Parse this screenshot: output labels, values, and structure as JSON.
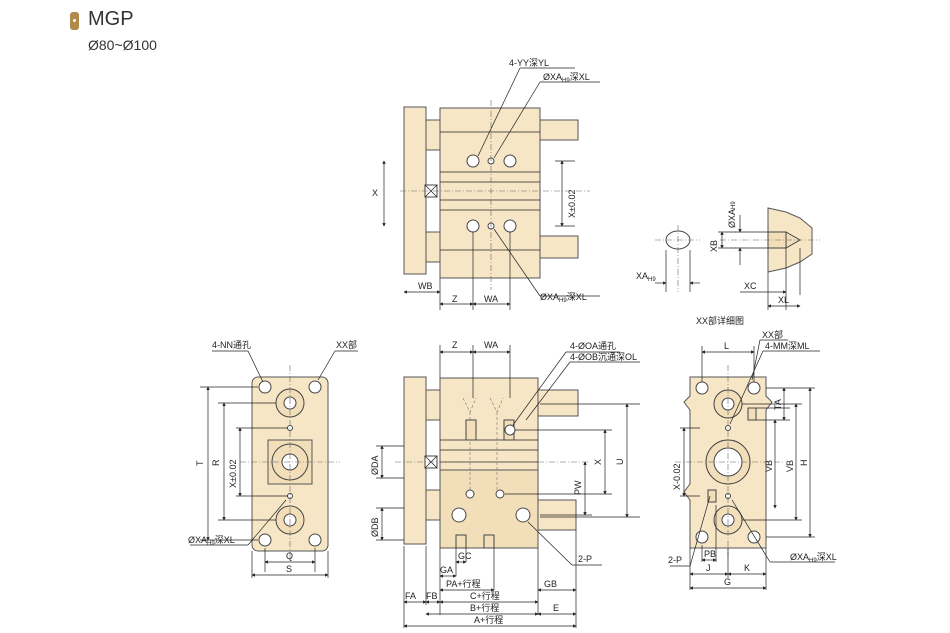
{
  "header": {
    "title": "MGP",
    "subtitle": "Ø80~Ø100"
  },
  "labels": {
    "top_yy": "4-YY深YL",
    "top_xa1": "ØXA",
    "top_xa1_sub": "H9",
    "top_xa1_tail": "深XL",
    "top_x": "X",
    "top_x_tol": "X±0.02",
    "top_wb": "WB",
    "top_z": "Z",
    "top_wa": "WA",
    "top_xa2": "ØXA",
    "top_xa2_sub": "H9",
    "top_xa2_tail": "深XL",
    "det_xa_v": "ØXA",
    "det_xa_v_sub": "H9",
    "det_xb": "XB",
    "det_xa_h": "XA",
    "det_xa_h_sub": "H9",
    "det_xc": "XC",
    "det_xl": "XL",
    "det_caption": "XX部详细图",
    "left_nn": "4-NN通孔",
    "left_xx": "XX部",
    "left_t": "T",
    "left_r": "R",
    "left_x_tol": "X±0.02",
    "left_xa": "ØXA",
    "left_xa_sub": "H9",
    "left_xa_tail": "深XL",
    "left_q": "Q",
    "left_s": "S",
    "mid_z": "Z",
    "mid_wa": "WA",
    "mid_oa": "4-ØOA通孔",
    "mid_ob": "4-ØOB沉通深OL",
    "mid_da": "ØDA",
    "mid_db": "ØDB",
    "mid_x": "X",
    "mid_u": "U",
    "mid_pw": "PW",
    "mid_gc": "GC",
    "mid_ga": "GA",
    "mid_pa": "PA+行程",
    "mid_2p": "2-P",
    "mid_gb": "GB",
    "mid_c": "C+行程",
    "mid_fa": "FA",
    "mid_fb": "FB",
    "mid_b": "B+行程",
    "mid_e": "E",
    "mid_a": "A+行程",
    "right_xx": "XX部",
    "right_mm": "4-MM深ML",
    "right_l": "L",
    "right_ta": "TA",
    "right_x_tol": "X-0.02",
    "right_vb": "VB",
    "right_va": "VB",
    "right_h": "H",
    "right_xa": "ØXA",
    "right_xa_sub": "H9",
    "right_xa_tail": "深XL",
    "right_2p": "2-P",
    "right_pb": "PB",
    "right_j": "J",
    "right_k": "K",
    "right_g": "G"
  }
}
